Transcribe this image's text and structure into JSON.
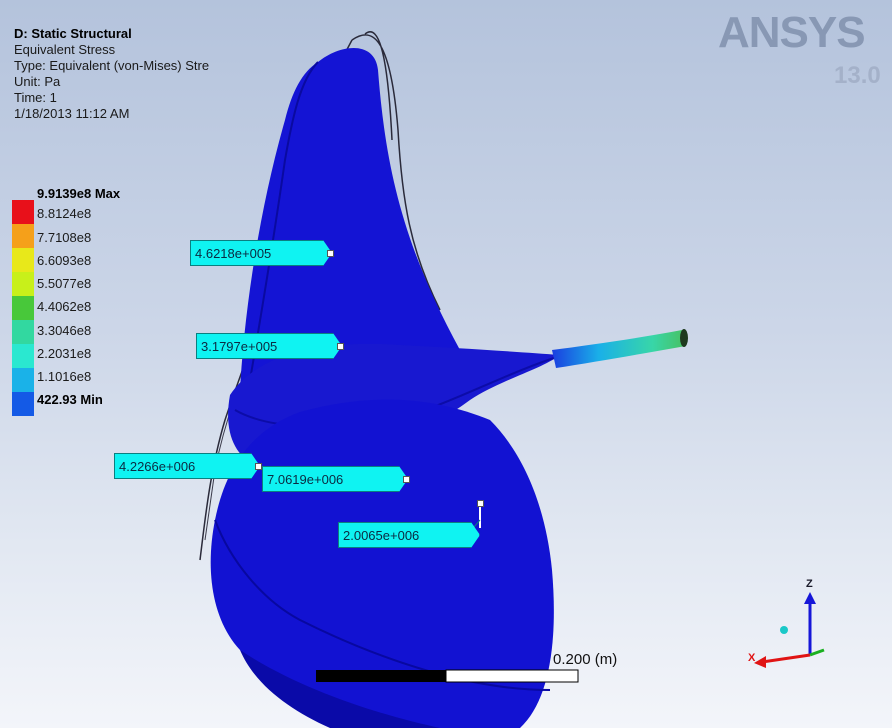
{
  "info": {
    "title": "D: Static Structural",
    "result": "Equivalent Stress",
    "type": "Type: Equivalent (von-Mises) Stre",
    "unit": "Unit: Pa",
    "time": "Time: 1",
    "date": "1/18/2013 11:12 AM"
  },
  "logo": {
    "brand": "ANSYS",
    "version": "13.0"
  },
  "legend": {
    "items": [
      {
        "label": "9.9139e8 Max",
        "color": "#e8101a"
      },
      {
        "label": "8.8124e8",
        "color": "#f5a01a"
      },
      {
        "label": "7.7108e8",
        "color": "#e8e81a"
      },
      {
        "label": "6.6093e8",
        "color": "#c8f01a"
      },
      {
        "label": "5.5077e8",
        "color": "#48c83a"
      },
      {
        "label": "4.4062e8",
        "color": "#32d8a0"
      },
      {
        "label": "3.3046e8",
        "color": "#2ae8d0"
      },
      {
        "label": "2.2031e8",
        "color": "#1ab2e8"
      },
      {
        "label": "1.1016e8",
        "color": "#145ae6"
      },
      {
        "label": "422.93 Min",
        "color": "#0a0ad2"
      }
    ]
  },
  "probes": [
    {
      "label": "4.6218e+005"
    },
    {
      "label": "3.1797e+005"
    },
    {
      "label": "4.2266e+006"
    },
    {
      "label": "7.0619e+006"
    },
    {
      "label": "2.0065e+006"
    }
  ],
  "scale": {
    "label": "0.200 (m)"
  },
  "triad": {
    "z": "Z",
    "x": "X"
  },
  "colors": {
    "model_body": "#1010d8",
    "model_dark": "#0a0aa8",
    "probe_fill": "#0ff3f2",
    "background_top": "#b4c3dc"
  }
}
